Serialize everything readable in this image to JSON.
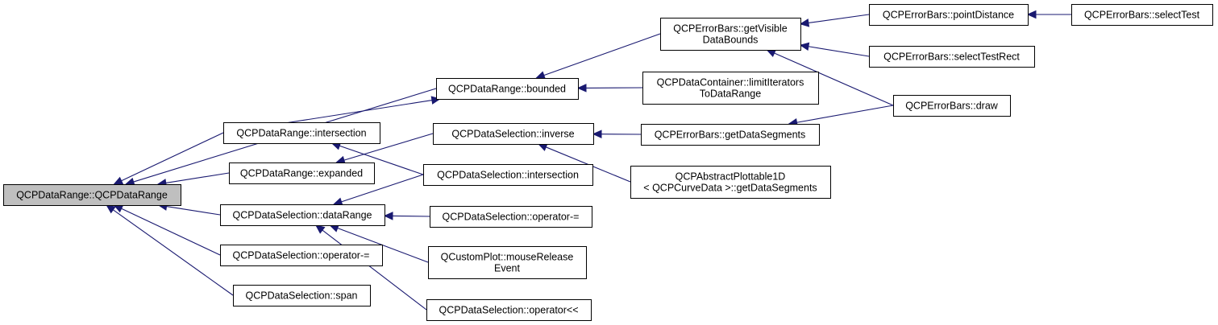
{
  "colors": {
    "edge": "#191970",
    "root_fill": "#bfbfbf",
    "node_fill": "#ffffff",
    "border": "#000000"
  },
  "nodes": [
    {
      "id": "root",
      "lines": [
        "QCPDataRange::QCPDataRange"
      ]
    },
    {
      "id": "bounded",
      "lines": [
        "QCPDataRange::bounded"
      ]
    },
    {
      "id": "range_intersection",
      "lines": [
        "QCPDataRange::intersection"
      ]
    },
    {
      "id": "expanded",
      "lines": [
        "QCPDataRange::expanded"
      ]
    },
    {
      "id": "sel_dataRange",
      "lines": [
        "QCPDataSelection::dataRange"
      ]
    },
    {
      "id": "sel_opminus_left",
      "lines": [
        "QCPDataSelection::operator-="
      ]
    },
    {
      "id": "sel_span",
      "lines": [
        "QCPDataSelection::span"
      ]
    },
    {
      "id": "eb_getVisible",
      "lines": [
        "QCPErrorBars::getVisible",
        "DataBounds"
      ]
    },
    {
      "id": "dc_limitIterators",
      "lines": [
        "QCPDataContainer::limitIterators",
        "ToDataRange"
      ]
    },
    {
      "id": "sel_inverse",
      "lines": [
        "QCPDataSelection::inverse"
      ]
    },
    {
      "id": "sel_intersection",
      "lines": [
        "QCPDataSelection::intersection"
      ]
    },
    {
      "id": "sel_opminus_right",
      "lines": [
        "QCPDataSelection::operator-="
      ]
    },
    {
      "id": "cp_mouseRelease",
      "lines": [
        "QCustomPlot::mouseRelease",
        "Event"
      ]
    },
    {
      "id": "sel_opshift",
      "lines": [
        "QCPDataSelection::operator<<"
      ]
    },
    {
      "id": "eb_pointDistance",
      "lines": [
        "QCPErrorBars::pointDistance"
      ]
    },
    {
      "id": "eb_selectTest",
      "lines": [
        "QCPErrorBars::selectTest"
      ]
    },
    {
      "id": "eb_selectTestRect",
      "lines": [
        "QCPErrorBars::selectTestRect"
      ]
    },
    {
      "id": "eb_draw",
      "lines": [
        "QCPErrorBars::draw"
      ]
    },
    {
      "id": "eb_getDataSegments",
      "lines": [
        "QCPErrorBars::getDataSegments"
      ]
    },
    {
      "id": "ap_getDataSegments",
      "lines": [
        "QCPAbstractPlottable1D",
        "< QCPCurveData >::getDataSegments"
      ]
    }
  ],
  "edges": [
    {
      "from": "bounded",
      "to": "root"
    },
    {
      "from": "range_intersection",
      "to": "root"
    },
    {
      "from": "expanded",
      "to": "root"
    },
    {
      "from": "sel_dataRange",
      "to": "root"
    },
    {
      "from": "sel_opminus_left",
      "to": "root"
    },
    {
      "from": "sel_span",
      "to": "root"
    },
    {
      "from": "range_intersection",
      "to": "bounded"
    },
    {
      "from": "eb_getVisible",
      "to": "bounded"
    },
    {
      "from": "dc_limitIterators",
      "to": "bounded"
    },
    {
      "from": "sel_intersection",
      "to": "range_intersection"
    },
    {
      "from": "sel_inverse",
      "to": "expanded"
    },
    {
      "from": "sel_intersection",
      "to": "sel_dataRange"
    },
    {
      "from": "sel_opminus_right",
      "to": "sel_dataRange"
    },
    {
      "from": "cp_mouseRelease",
      "to": "sel_dataRange"
    },
    {
      "from": "sel_opshift",
      "to": "sel_dataRange"
    },
    {
      "from": "eb_getDataSegments",
      "to": "sel_inverse"
    },
    {
      "from": "ap_getDataSegments",
      "to": "sel_inverse"
    },
    {
      "from": "eb_draw",
      "to": "eb_getDataSegments"
    },
    {
      "from": "eb_pointDistance",
      "to": "eb_getVisible"
    },
    {
      "from": "eb_selectTestRect",
      "to": "eb_getVisible"
    },
    {
      "from": "eb_draw",
      "to": "eb_getVisible"
    },
    {
      "from": "eb_selectTest",
      "to": "eb_pointDistance"
    }
  ]
}
